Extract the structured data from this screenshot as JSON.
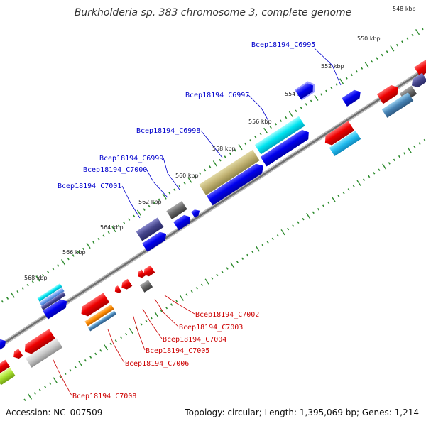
{
  "title": "Burkholderia sp. 383 chromosome 3, complete genome",
  "footer": {
    "accession": "Accession: NC_007509",
    "summary": "Topology: circular; Length: 1,395,069 bp; Genes: 1,214"
  },
  "colors": {
    "backbone": "#8a8a8a",
    "tick": "#2e8b2e",
    "label_forward": "#0000cc",
    "label_reverse": "#cc0000"
  },
  "kbp_labels": [
    "548 kbp",
    "550 kbp",
    "552 kbp",
    "554 kbp",
    "556 kbp",
    "558 kbp",
    "560 kbp",
    "562 kbp",
    "564 kbp",
    "566 kbp",
    "568 kbp"
  ],
  "top_labels": [
    "Bcep18194_C6995",
    "Bcep18194_C6997",
    "Bcep18194_C6998",
    "Bcep18194_C6999",
    "Bcep18194_C7000",
    "Bcep18194_C7001"
  ],
  "bottom_labels": [
    "Bcep18194_C7002",
    "Bcep18194_C7003",
    "Bcep18194_C7004",
    "Bcep18194_C7005",
    "Bcep18194_C7006",
    "Bcep18194_C7008"
  ]
}
